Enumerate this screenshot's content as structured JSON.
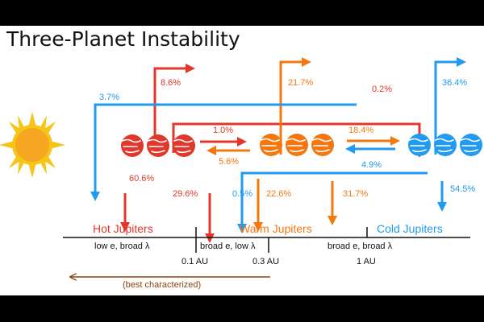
{
  "title": "Three-Planet Instability",
  "colors": {
    "hot": "#e2372b",
    "warm": "#f3780f",
    "cold": "#219bef",
    "sun": "#f5a623",
    "note": "#8b4513"
  },
  "icons": {
    "sun": "sun-icon",
    "hot_planet": "red-gas-giant-icon",
    "warm_planet": "orange-gas-giant-icon",
    "cold_planet": "blue-gas-giant-icon"
  },
  "percentages": {
    "hot_scatter_out": "8.6%",
    "cold_to_star": "3.7%",
    "warm_scatter_out": "21.7%",
    "hot_to_cold": "0.2%",
    "cold_scatter_out": "36.4%",
    "hot_to_warm": "1.0%",
    "warm_to_hot": "5.6%",
    "warm_to_cold": "18.4%",
    "cold_to_warm": "4.9%",
    "hot_stays_hot": "60.6%",
    "hot_to_warm_zone": "29.6%",
    "cold_to_warm_zone": "0.5%",
    "warm_stays_warm": "22.6%",
    "warm_to_outer_warm": "31.7%",
    "cold_stays_cold": "54.5%"
  },
  "categories": {
    "hot": "Hot Jupiters",
    "warm": "Warm Jupiters",
    "cold": "Cold Jupiters"
  },
  "axis": {
    "region_hot": "low e, broad λ",
    "region_mid": "broad e, low λ",
    "region_far": "broad e, broad λ",
    "tick_1": "0.1 AU",
    "tick_2": "0.3 AU",
    "tick_3": "1 AU"
  },
  "note": "(best characterized)"
}
